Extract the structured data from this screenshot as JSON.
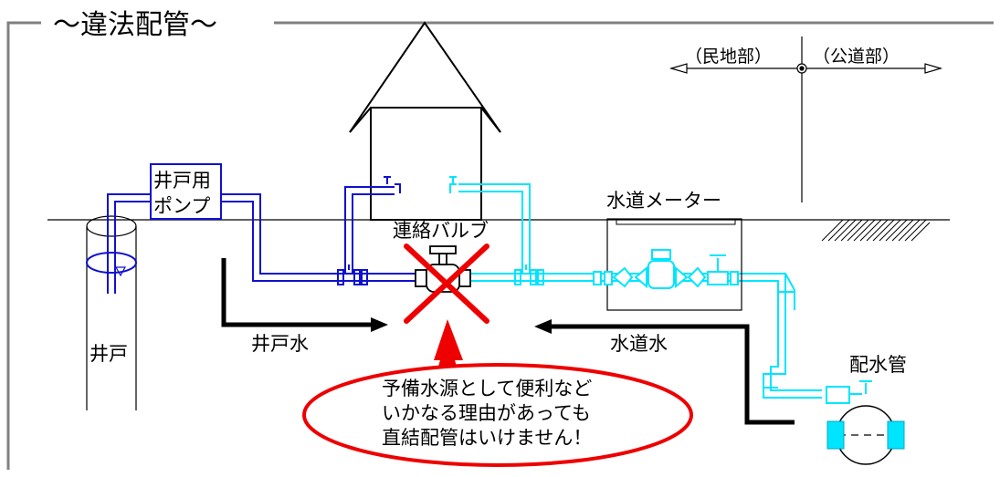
{
  "title": "～違法配管～",
  "labels": {
    "private_land": "（民地部）",
    "public_road": "（公道部）",
    "well_pump": [
      "井戸用",
      "ポンプ"
    ],
    "water_meter": "水道メーター",
    "connection_valve": "連絡バルブ",
    "well": "井戸",
    "well_water": "井戸水",
    "tap_water": "水道水",
    "distribution_main": "配水管"
  },
  "warning": {
    "lines": [
      "予備水源として便利など",
      "いかなる理由があっても",
      "直結配管はいけません！"
    ]
  },
  "colors": {
    "frame": "#808080",
    "well_pipe": "#1010d0",
    "water_pipe": "#00e5ff",
    "warning": "#ee0000",
    "outline": "#000000"
  }
}
